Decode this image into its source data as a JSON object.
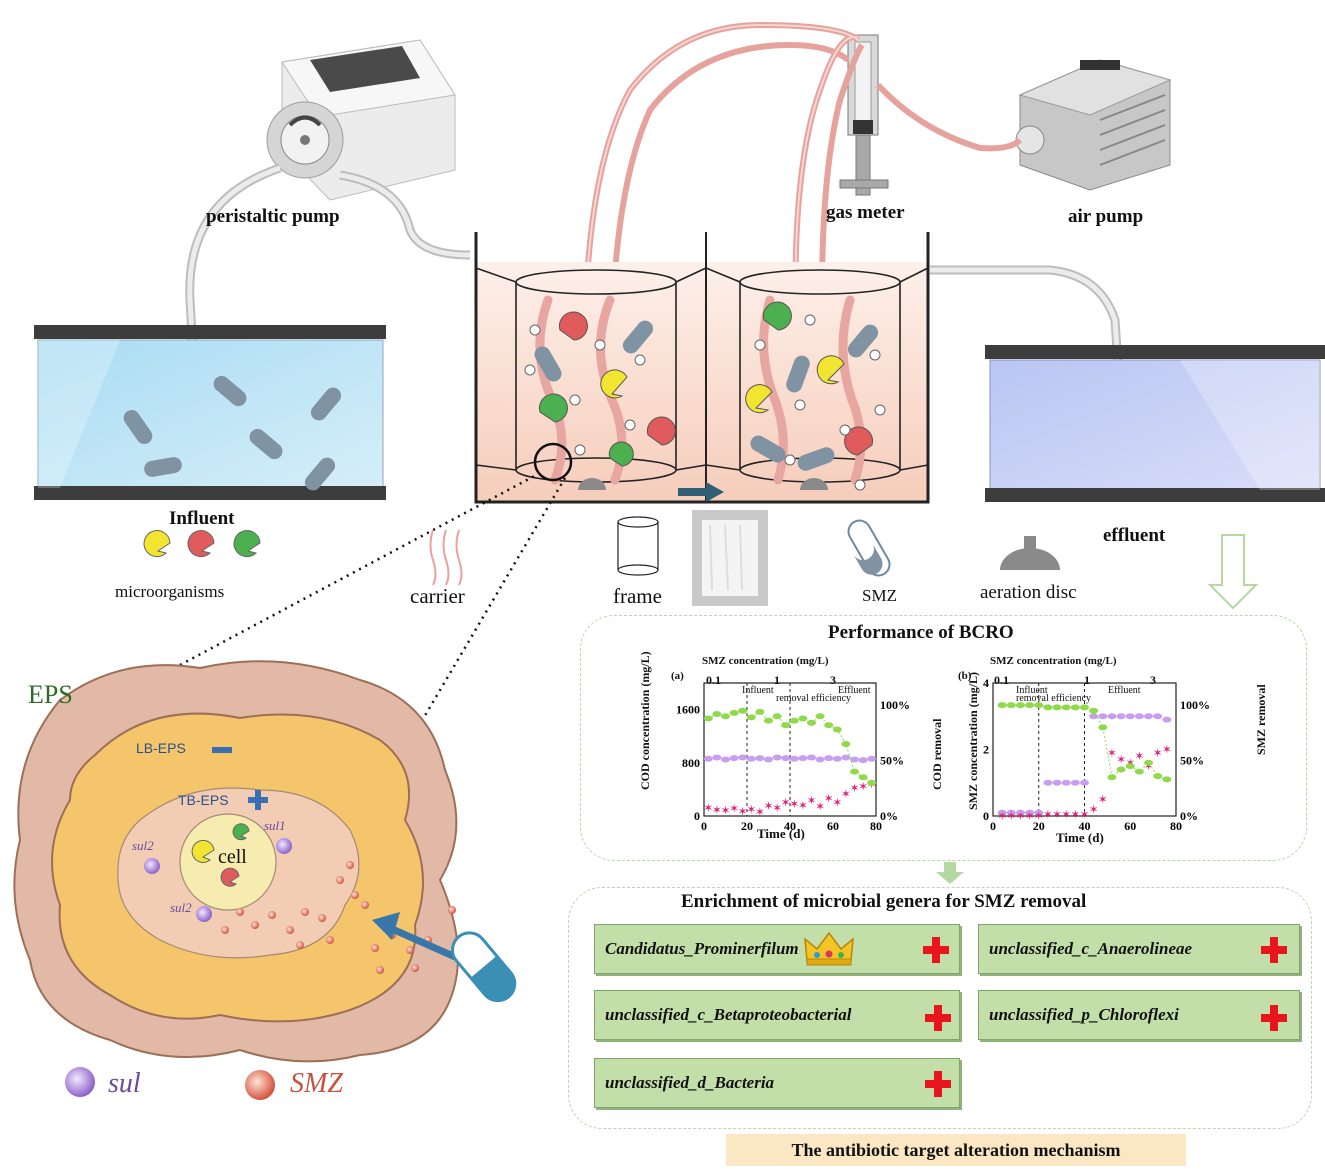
{
  "labels": {
    "peristaltic_pump": "peristaltic pump",
    "gas_meter": "gas meter",
    "air_pump": "air pump",
    "influent": "Influent",
    "effluent": "effluent",
    "microorganisms": "microorganisms",
    "carrier": "carrier",
    "frame": "frame",
    "smz_legend": "SMZ",
    "aeration_disc": "aeration disc"
  },
  "eps": {
    "title": "EPS",
    "lb_eps": "LB-EPS",
    "tb_eps": "TB-EPS",
    "cell": "cell",
    "sul1": "sul1",
    "sul2_a": "sul2",
    "sul2_b": "sul2",
    "legend_sul": "sul",
    "legend_smz": "SMZ"
  },
  "performance": {
    "title": "Performance of BCRO",
    "chart_a": {
      "panel": "(a)",
      "top_axis_title": "SMZ concentration (mg/L)",
      "top_ticks": [
        "0.1",
        "1",
        "3"
      ],
      "legend_influent": "Influent",
      "legend_effluent": "Effluent",
      "legend_efficiency": "removal efficiency",
      "ylabel_left": "COD concentration (mg/L)",
      "ylabel_right": "COD removal",
      "xlabel": "Time (d)",
      "xticks": [
        "0",
        "20",
        "40",
        "60",
        "80"
      ],
      "yticks_left": [
        "0",
        "800",
        "1600"
      ],
      "yticks_right": [
        "0%",
        "50%",
        "100%"
      ]
    },
    "chart_b": {
      "panel": "(b)",
      "top_axis_title": "SMZ concentration (mg/L)",
      "top_ticks": [
        "0.1",
        "1",
        "3"
      ],
      "legend_influent": "Influent",
      "legend_effluent": "Effluent",
      "legend_efficiency": "removal efficiency",
      "ylabel_left": "SMZ concentration (mg/L)",
      "ylabel_right": "SMZ removal",
      "xlabel": "Time (d)",
      "xticks": [
        "0",
        "20",
        "40",
        "60",
        "80"
      ],
      "yticks_left": [
        "0",
        "2",
        "4"
      ],
      "yticks_right": [
        "0%",
        "50%",
        "100%"
      ]
    }
  },
  "chart_data": [
    {
      "type": "scatter",
      "title": "(a)",
      "xlabel": "Time (d)",
      "ylabel": "COD concentration (mg/L)",
      "xlim": [
        0,
        80
      ],
      "ylim": [
        0,
        2000
      ],
      "y2lim": [
        0,
        1.2
      ],
      "series": [
        {
          "name": "Influent",
          "color": "#c79ef0",
          "x": [
            2,
            6,
            10,
            14,
            18,
            22,
            26,
            30,
            34,
            38,
            42,
            46,
            50,
            54,
            58,
            62,
            66,
            70,
            74,
            78
          ],
          "y": [
            860,
            880,
            850,
            870,
            880,
            860,
            870,
            850,
            880,
            870,
            860,
            870,
            880,
            850,
            870,
            860,
            880,
            850,
            840,
            860
          ]
        },
        {
          "name": "Effluent",
          "color": "#e0217a",
          "x": [
            2,
            6,
            10,
            14,
            18,
            22,
            26,
            30,
            34,
            38,
            42,
            46,
            50,
            54,
            58,
            62,
            66,
            70,
            74,
            78
          ],
          "y": [
            120,
            90,
            80,
            110,
            70,
            100,
            60,
            150,
            120,
            200,
            180,
            160,
            230,
            140,
            260,
            200,
            330,
            420,
            440,
            470
          ]
        },
        {
          "name": "removal efficiency",
          "color": "#8fd94a",
          "axis": "right",
          "x": [
            2,
            6,
            10,
            14,
            18,
            22,
            26,
            30,
            34,
            38,
            42,
            46,
            50,
            54,
            58,
            62,
            66,
            70,
            74,
            78
          ],
          "y": [
            0.88,
            0.92,
            0.9,
            0.93,
            0.95,
            0.89,
            0.94,
            0.86,
            0.9,
            0.82,
            0.86,
            0.88,
            0.84,
            0.9,
            0.82,
            0.78,
            0.65,
            0.4,
            0.35,
            0.3
          ]
        }
      ]
    },
    {
      "type": "scatter",
      "title": "(b)",
      "xlabel": "Time (d)",
      "ylabel": "SMZ concentration (mg/L)",
      "xlim": [
        0,
        80
      ],
      "ylim": [
        0,
        4
      ],
      "y2lim": [
        0,
        1.2
      ],
      "series": [
        {
          "name": "Influent",
          "color": "#c79ef0",
          "x": [
            4,
            8,
            12,
            16,
            20,
            24,
            28,
            32,
            36,
            40,
            44,
            48,
            52,
            56,
            60,
            64,
            68,
            72,
            76
          ],
          "y": [
            0.1,
            0.1,
            0.1,
            0.1,
            0.1,
            1.0,
            1.0,
            1.0,
            1.0,
            1.0,
            3.0,
            3.0,
            3.0,
            3.0,
            3.0,
            3.0,
            3.0,
            3.0,
            2.9
          ]
        },
        {
          "name": "Effluent",
          "color": "#e0217a",
          "x": [
            4,
            8,
            12,
            16,
            20,
            24,
            28,
            32,
            36,
            40,
            44,
            48,
            52,
            56,
            60,
            64,
            68,
            72,
            76
          ],
          "y": [
            0.0,
            0.0,
            0.0,
            0.0,
            0.0,
            0.05,
            0.05,
            0.05,
            0.05,
            0.05,
            0.2,
            0.5,
            1.9,
            1.7,
            1.6,
            1.8,
            1.5,
            1.9,
            2.0
          ]
        },
        {
          "name": "removal efficiency",
          "color": "#8fd94a",
          "axis": "right",
          "x": [
            4,
            8,
            12,
            16,
            20,
            24,
            28,
            32,
            36,
            40,
            44,
            48,
            52,
            56,
            60,
            64,
            68,
            72,
            76
          ],
          "y": [
            1.0,
            1.0,
            1.0,
            1.0,
            1.0,
            0.98,
            0.98,
            0.98,
            0.98,
            0.98,
            0.95,
            0.8,
            0.35,
            0.42,
            0.45,
            0.4,
            0.48,
            0.36,
            0.33
          ]
        }
      ]
    }
  ],
  "enrichment": {
    "title": "Enrichment of microbial  genera for SMZ removal",
    "genera": [
      "Candidatus_Prominerfilum",
      "unclassified_c_Anaerolineae",
      "unclassified_c_Betaproteobacterial",
      "unclassified_p_Chloroflexi",
      "unclassified_d_Bacteria"
    ],
    "mechanism": "The antibiotic target alteration mechanism"
  },
  "colors": {
    "pink_tube": "#e7a6a0",
    "water_blue": "#bfe3f3",
    "effluent_blue": "#c6cff4",
    "reactor_bg": "#f9dccf",
    "green_panel": "#c3dfa9",
    "plus_red": "#e8161c"
  }
}
